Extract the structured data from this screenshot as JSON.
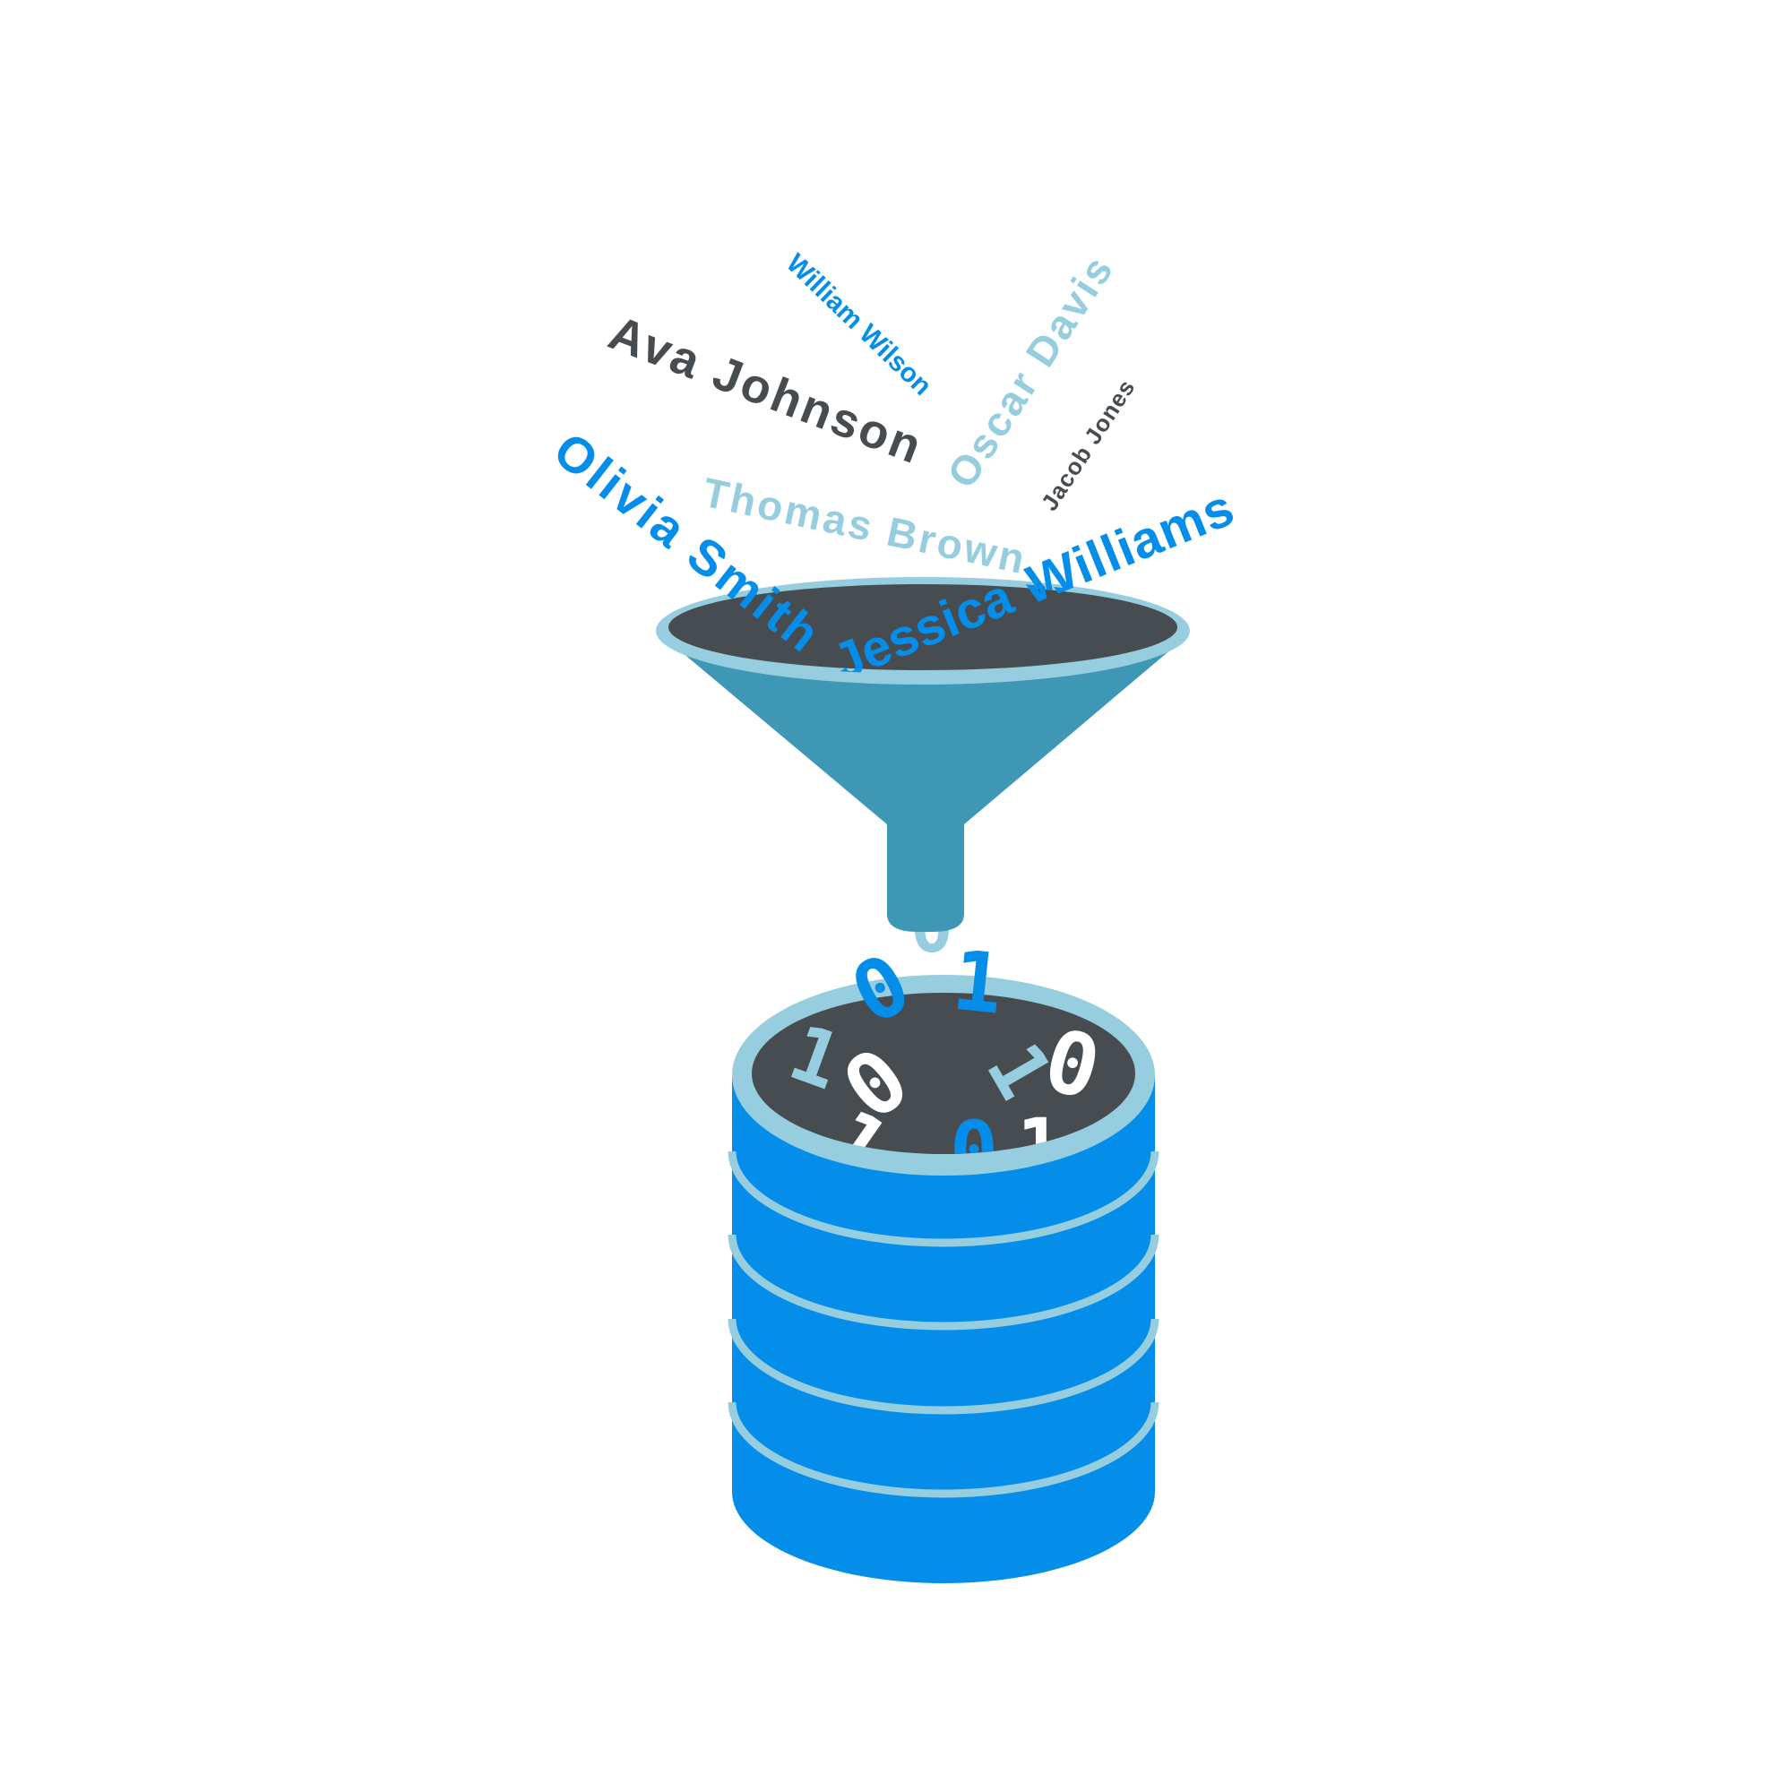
{
  "colors": {
    "background": "#ffffff",
    "dark": "#474c50",
    "light_blue": "#96cedf",
    "mid_blue": "#3e97b4",
    "bright_blue": "#058ee9",
    "white": "#ffffff"
  },
  "names": {
    "william_wilson": "William Wilson",
    "ava_johnson": "Ava Johnson",
    "oscar_davis": "Oscar Davis",
    "jacob_jones": "Jacob Jones",
    "thomas_brown": "Thomas Brown",
    "olivia_smith": "Olivia Smith",
    "jessica_williams": "Jessica Williams"
  },
  "binary_digits": {
    "spout": "0",
    "falling_0": "0",
    "falling_1": "1",
    "db_1_left": "1",
    "db_0_center": "0",
    "db_1_tilted": "1",
    "db_0_right": "0",
    "db_1_bottom_left": "1",
    "db_0_bottom": "0",
    "db_1_bottom_right": "1"
  },
  "icons": {
    "funnel": "funnel-icon",
    "database": "database-icon"
  }
}
